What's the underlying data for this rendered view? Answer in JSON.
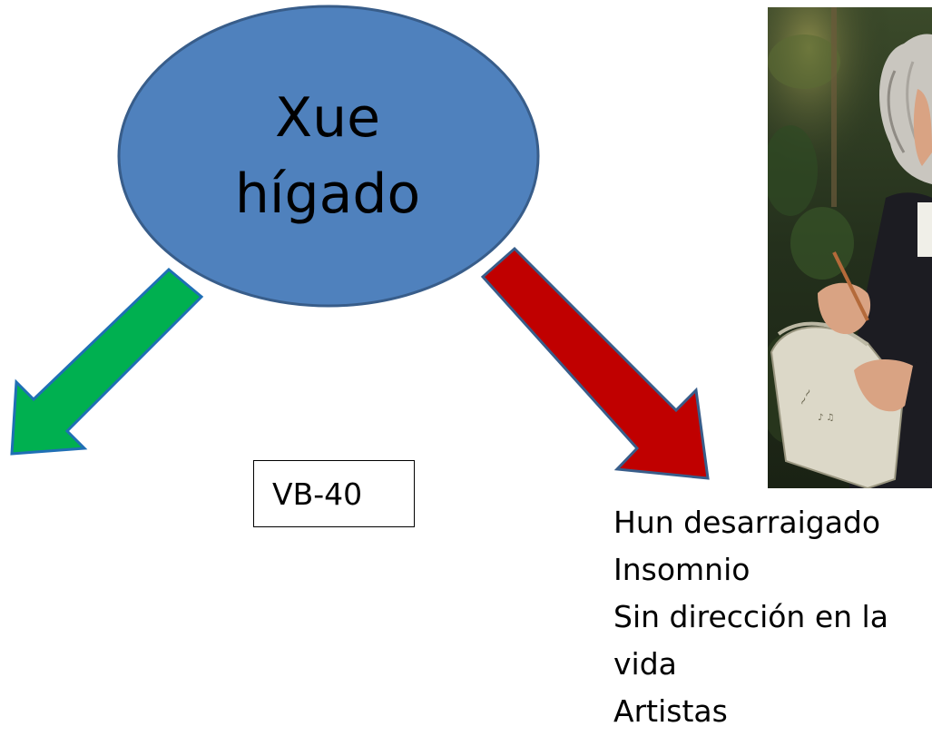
{
  "bubble": {
    "line1": "Xue",
    "line2": "hígado",
    "fill": "#4f81bd",
    "stroke": "#385d8a"
  },
  "arrows": {
    "left_color": "#00b050",
    "right_color": "#c00000"
  },
  "point_box": {
    "label": "VB-40"
  },
  "symptoms": {
    "items": [
      "Hun desarraigado",
      "Insomnio",
      "Sin dirección en la",
      "vida",
      "Artistas"
    ]
  },
  "portrait": {
    "icon": "portrait-painting-image"
  }
}
